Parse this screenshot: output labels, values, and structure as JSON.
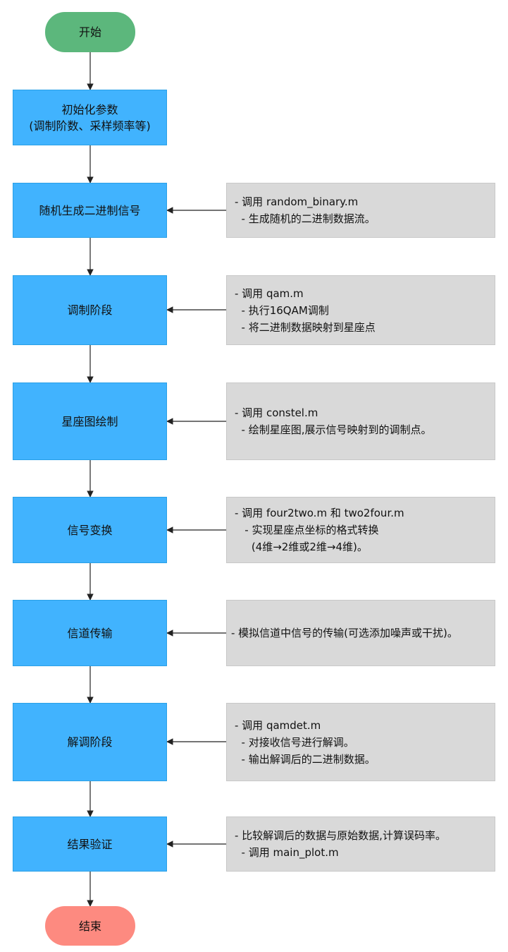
{
  "colors": {
    "start": "#5cb77c",
    "end": "#fd8a80",
    "step": "#41b3fe",
    "note": "#d9d9d9",
    "line": "#222222"
  },
  "nodes": {
    "start": "开始",
    "init_line1": "初始化参数",
    "init_line2": "(调制阶数、采样频率等)",
    "random_binary": "随机生成二进制信号",
    "modulation": "调制阶段",
    "constellation": "星座图绘制",
    "signal_transform": "信号变换",
    "channel": "信道传输",
    "demodulation": "解调阶段",
    "verification": "结果验证",
    "end": "结束"
  },
  "notes": {
    "random_binary": [
      "- 调用 random_binary.m",
      "  - 生成随机的二进制数据流。"
    ],
    "modulation": [
      "- 调用 qam.m",
      "  - 执行16QAM调制",
      "  - 将二进制数据映射到星座点"
    ],
    "constellation": [
      "- 调用 constel.m",
      "  - 绘制星座图,展示信号映射到的调制点。"
    ],
    "signal_transform": [
      "- 调用 four2two.m 和 two2four.m",
      "   - 实现星座点坐标的格式转换",
      "     (4维→2维或2维→4维)。"
    ],
    "channel": [
      "- 模拟信道中信号的传输(可选添加噪声或干扰)。"
    ],
    "demodulation": [
      "- 调用 qamdet.m",
      "  - 对接收信号进行解调。",
      "  - 输出解调后的二进制数据。"
    ],
    "verification": [
      "- 比较解调后的数据与原始数据,计算误码率。",
      "  - 调用 main_plot.m"
    ]
  }
}
